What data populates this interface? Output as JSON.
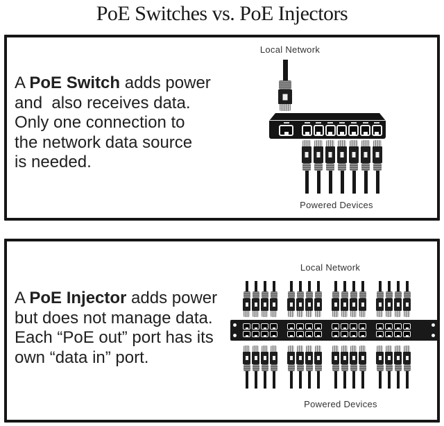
{
  "page_title": "PoE Switches vs. PoE Injectors",
  "colors": {
    "ink": "#202020",
    "device_black": "#141414",
    "label_gray": "#323232"
  },
  "panels": {
    "switch": {
      "desc": {
        "prefix": "A ",
        "term": "PoE Switch",
        "suffix": " adds power"
      },
      "desc_lines": [
        "and  also receives data.",
        "Only one connection to",
        "the network data source",
        "is needed."
      ],
      "labels": {
        "top": "Local Network",
        "bottom": "Powered Devices"
      },
      "counts": {
        "uplink_cables": 1,
        "uplink_ports": 1,
        "device_ports": 7,
        "device_cables": 7
      }
    },
    "injector": {
      "desc": {
        "prefix": "A ",
        "term": "PoE Injector",
        "suffix": " adds power"
      },
      "desc_lines": [
        "but does not manage data.",
        "Each “PoE out” port has its",
        "own “data in” port."
      ],
      "labels": {
        "top": "Local Network",
        "bottom": "Powered Devices"
      },
      "counts": {
        "groups": 4,
        "cables_per_group": 4,
        "ports_per_group": 8
      }
    }
  }
}
